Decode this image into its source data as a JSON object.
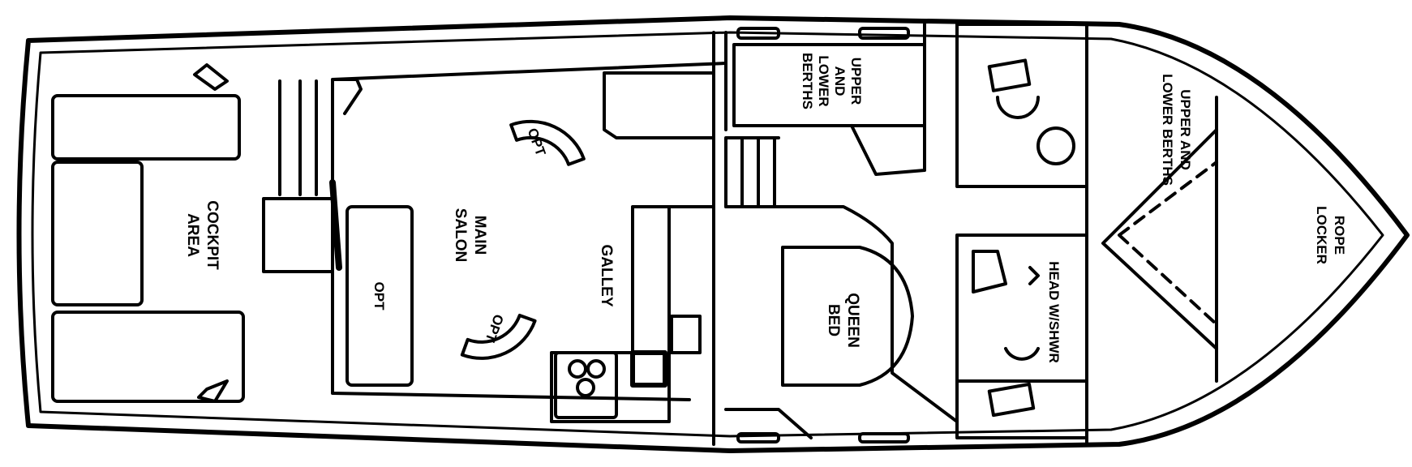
{
  "diagram": {
    "labels": {
      "cockpit": [
        "COCKPIT",
        "AREA"
      ],
      "main_salon": [
        "MAIN",
        "SALON"
      ],
      "galley": "GALLEY",
      "opt_bench": "OPT",
      "opt_chair_top": "OPT",
      "opt_chair_bottom": "OPT",
      "queen_bed": [
        "QUEEN",
        "BED"
      ],
      "upper_lower_left": [
        "UPPER",
        "AND",
        "LOWER",
        "BERTHS"
      ],
      "upper_lower_right": [
        "UPPER AND",
        "LOWER BERTHS"
      ],
      "head": [
        "HEAD W/SHWR"
      ],
      "rope_locker": [
        "ROPE",
        "LOCKER"
      ]
    }
  }
}
